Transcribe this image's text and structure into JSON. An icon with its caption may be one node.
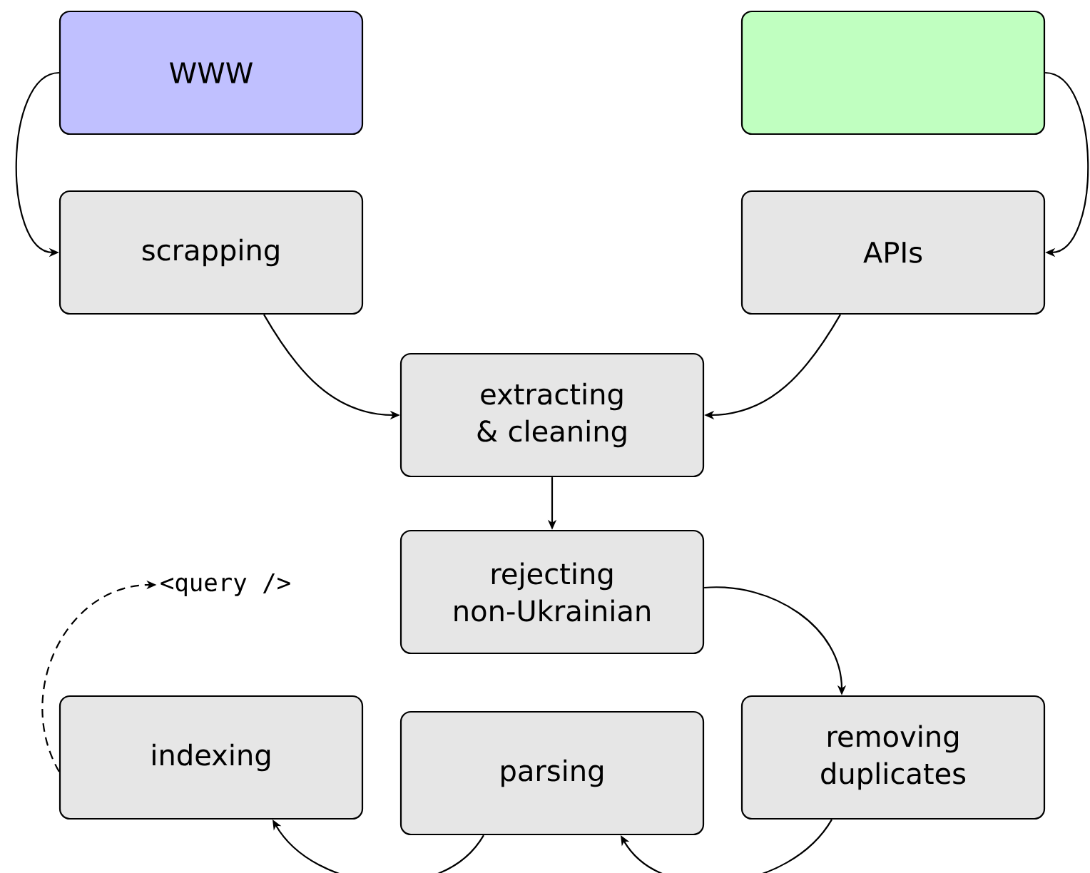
{
  "diagram": {
    "nodes": [
      {
        "text": [
          "WWW"
        ]
      },
      {
        "text": [],
        "shape": "box"
      },
      {
        "text": [
          "scrapping"
        ]
      },
      {
        "text": [
          "APIs"
        ]
      },
      {
        "text": [
          "extracting & cleaning"
        ]
      },
      {
        "text": [
          "rejecting non-Ukrainian"
        ]
      },
      {
        "text": [
          "removing duplicates"
        ]
      },
      {
        "text": [
          "parsing"
        ]
      },
      {
        "text": [
          "indexing"
        ]
      },
      {
        "text": [
          "<query />"
        ]
      }
    ],
    "edges": [
      {
        "from": 0,
        "to": 2,
        "arrow": "to"
      },
      {
        "from": 1,
        "to": 3,
        "arrow": "to"
      },
      {
        "from": 2,
        "to": 4,
        "arrow": "to"
      },
      {
        "from": 3,
        "to": 4,
        "arrow": "to"
      },
      {
        "from": 4,
        "to": 5,
        "arrow": "to"
      },
      {
        "from": 5,
        "to": 6,
        "arrow": "to"
      },
      {
        "from": 6,
        "to": 7,
        "arrow": "to"
      },
      {
        "from": 7,
        "to": 8,
        "arrow": "to"
      },
      {
        "from": 8,
        "to": 9,
        "arrow": "to",
        "style": "dashed"
      }
    ]
  }
}
